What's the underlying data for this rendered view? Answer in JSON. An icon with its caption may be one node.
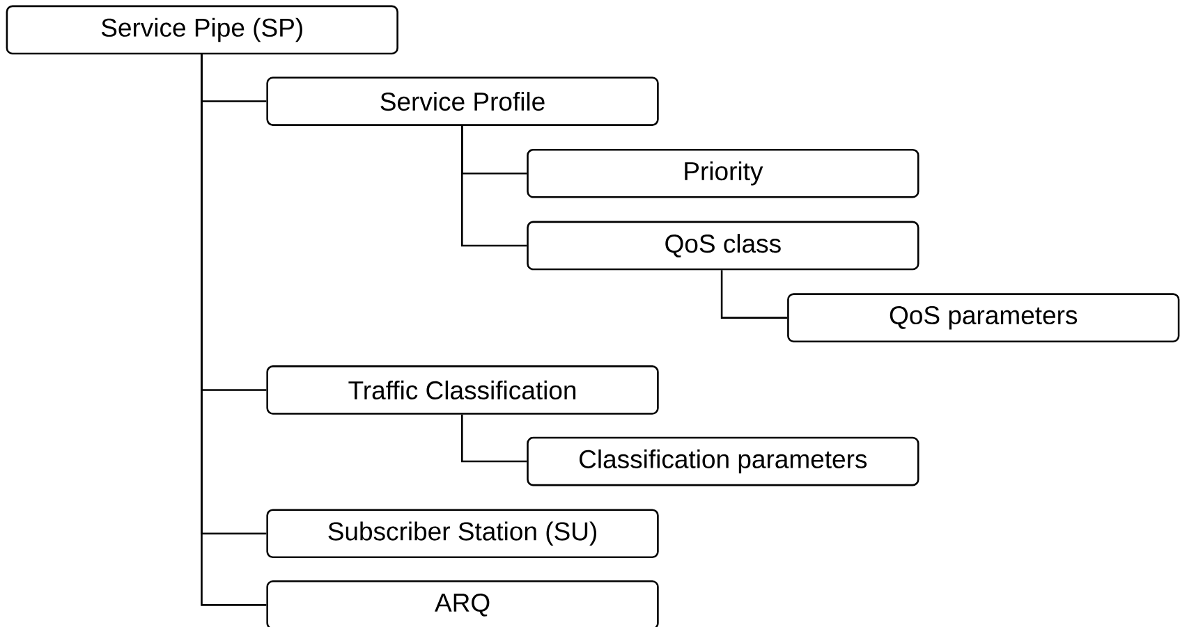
{
  "diagram": {
    "nodes": [
      {
        "text": [
          "Service Pipe (SP)"
        ]
      },
      {
        "text": [
          "Service Profile"
        ]
      },
      {
        "text": [
          "Priority"
        ]
      },
      {
        "text": [
          "QoS class"
        ]
      },
      {
        "text": [
          "QoS parameters"
        ]
      },
      {
        "text": [
          "Traffic Classification"
        ]
      },
      {
        "text": [
          "Classification parameters"
        ]
      },
      {
        "text": [
          "Subscriber Station (SU)"
        ]
      },
      {
        "text": [
          "ARQ"
        ]
      }
    ],
    "edges": [
      {
        "from": 0,
        "to": 1,
        "arrow": "none"
      },
      {
        "from": 1,
        "to": 2,
        "arrow": "none"
      },
      {
        "from": 1,
        "to": 3,
        "arrow": "none"
      },
      {
        "from": 3,
        "to": 4,
        "arrow": "none"
      },
      {
        "from": 0,
        "to": 5,
        "arrow": "none"
      },
      {
        "from": 5,
        "to": 6,
        "arrow": "none"
      },
      {
        "from": 0,
        "to": 7,
        "arrow": "none"
      },
      {
        "from": 0,
        "to": 8,
        "arrow": "none"
      }
    ]
  }
}
